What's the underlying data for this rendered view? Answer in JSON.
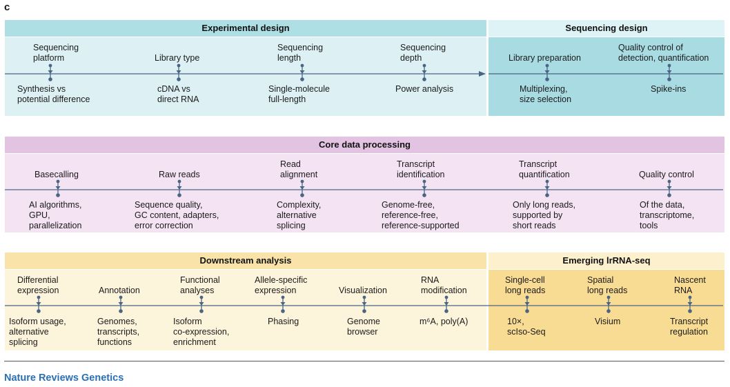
{
  "panel_label": "c",
  "rows": [
    {
      "sections": [
        {
          "title": "Experimental design"
        },
        {
          "title": "Sequencing design"
        }
      ],
      "items": [
        {
          "top": "Sequencing\nplatform",
          "bottom": "Synthesis vs\npotential difference"
        },
        {
          "top": "Library type",
          "bottom": "cDNA vs\ndirect RNA"
        },
        {
          "top": "Sequencing\nlength",
          "bottom": "Single-molecule\nfull-length"
        },
        {
          "top": "Sequencing\ndepth",
          "bottom": "Power analysis"
        },
        {
          "top": "Library preparation",
          "bottom": "Multiplexing,\nsize selection"
        },
        {
          "top": "Quality control of\ndetection, quantification",
          "bottom": "Spike-ins"
        }
      ]
    },
    {
      "sections": [
        {
          "title": "Core data processing"
        }
      ],
      "items": [
        {
          "top": "Basecalling",
          "bottom": "AI algorithms,\nGPU,\nparallelization"
        },
        {
          "top": "Raw reads",
          "bottom": "Sequence quality,\nGC content, adapters,\nerror correction"
        },
        {
          "top": "Read\nalignment",
          "bottom": "Complexity,\nalternative\nsplicing"
        },
        {
          "top": "Transcript\nidentification",
          "bottom": "Genome-free,\nreference-free,\nreference-supported"
        },
        {
          "top": "Transcript\nquantification",
          "bottom": "Only long reads,\nsupported by\nshort reads"
        },
        {
          "top": "Quality control",
          "bottom": "Of the data,\ntranscriptome,\ntools"
        }
      ]
    },
    {
      "sections": [
        {
          "title": "Downstream analysis"
        },
        {
          "title": "Emerging lrRNA-seq"
        }
      ],
      "items": [
        {
          "top": "Differential\nexpression",
          "bottom": "Isoform usage,\nalternative\nsplicing"
        },
        {
          "top": "Annotation",
          "bottom": "Genomes,\ntranscripts,\nfunctions"
        },
        {
          "top": "Functional\nanalyses",
          "bottom": "Isoform\nco-expression,\nenrichment"
        },
        {
          "top": "Allele-specific\nexpression",
          "bottom": "Phasing"
        },
        {
          "top": "Visualization",
          "bottom": "Genome\nbrowser"
        },
        {
          "top": "RNA\nmodification",
          "bottom": "m⁶A, poly(A)"
        },
        {
          "top": "Single-cell\nlong reads",
          "bottom": "10×,\nscIso-Seq"
        },
        {
          "top": "Spatial\nlong reads",
          "bottom": "Visium"
        },
        {
          "top": "Nascent\nRNA",
          "bottom": "Transcript\nregulation"
        }
      ]
    }
  ],
  "footer": {
    "journal": "Nature Reviews Genetics"
  },
  "colors": {
    "exp_header": "#aedfe5",
    "exp_body": "#ddf1f4",
    "seq_header": "#def3f6",
    "seq_body": "#a9dbe3",
    "core_header": "#e2c3e2",
    "core_body": "#f3e3f3",
    "down_header": "#fae3a8",
    "down_body": "#fdf4dc",
    "emerg_header": "#fdf0cc",
    "emerg_body": "#f9dc93",
    "line": "#4a6484",
    "journal": "#2a6fb4"
  }
}
